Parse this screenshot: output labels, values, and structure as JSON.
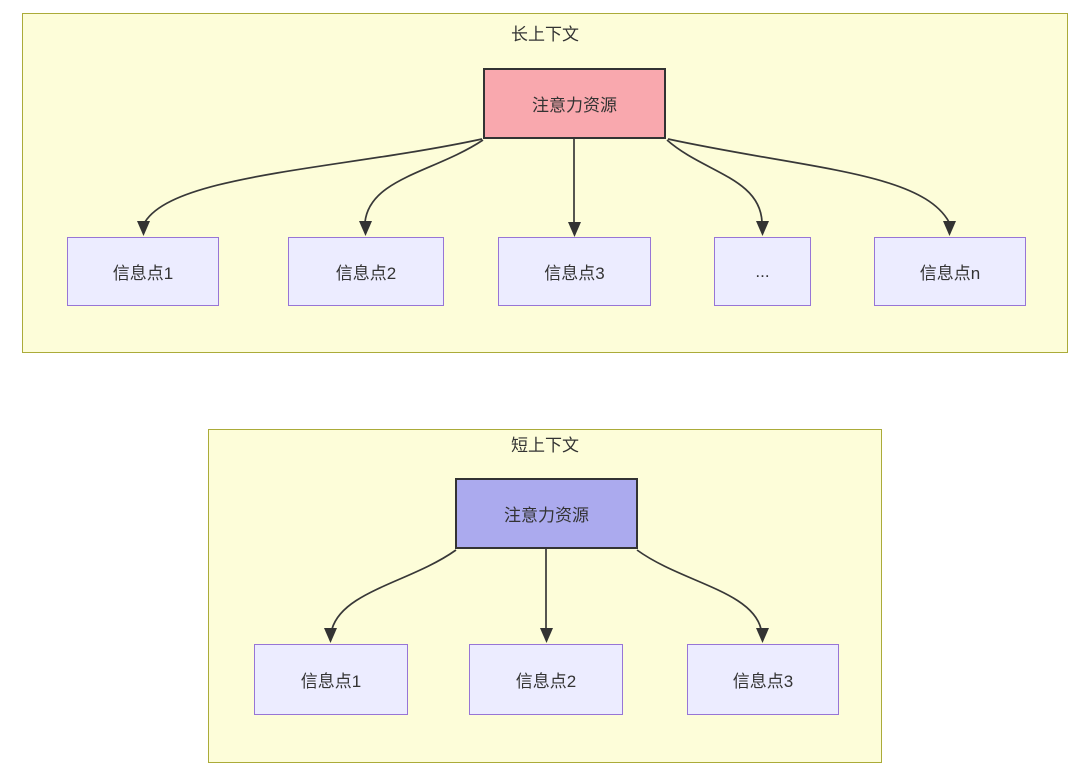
{
  "panels": [
    {
      "title": "长上下文",
      "root": {
        "label": "注意力资源",
        "fill": "#f9a8ae"
      },
      "children": [
        {
          "label": "信息点1"
        },
        {
          "label": "信息点2"
        },
        {
          "label": "信息点3"
        },
        {
          "label": "..."
        },
        {
          "label": "信息点n"
        }
      ]
    },
    {
      "title": "短上下文",
      "root": {
        "label": "注意力资源",
        "fill": "#abaaee"
      },
      "children": [
        {
          "label": "信息点1"
        },
        {
          "label": "信息点2"
        },
        {
          "label": "信息点3"
        }
      ]
    }
  ],
  "colors": {
    "panel_fill": "#fdfdd9",
    "panel_border": "#abab39",
    "node_fill": "#ececff",
    "node_border": "#9775d6",
    "root_node_border": "#333333",
    "edge": "#383838",
    "arrowhead": "#333333",
    "text": "#333333",
    "page_background": "#ffffff"
  }
}
